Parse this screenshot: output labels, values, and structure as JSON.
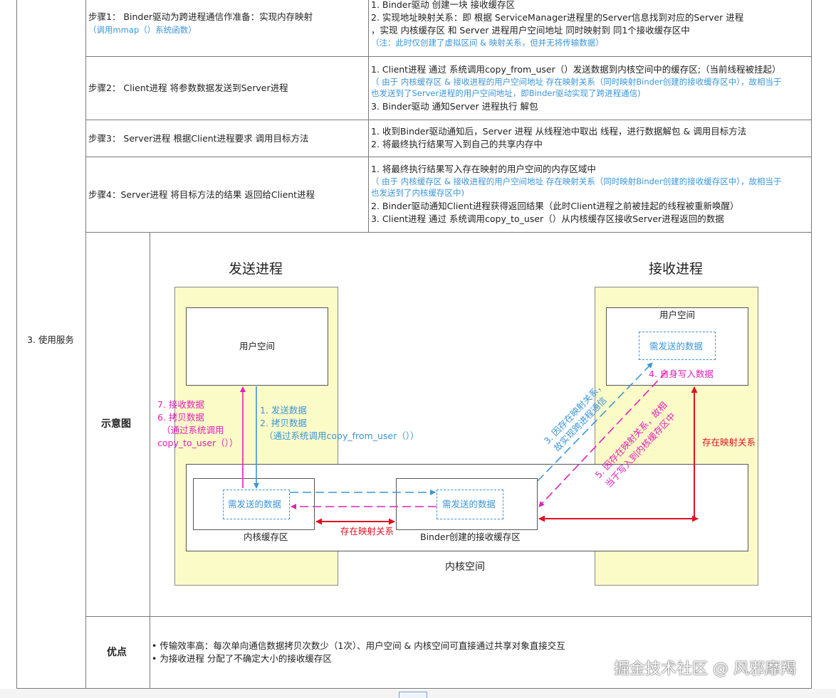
{
  "section_label": "3. 使用服务",
  "steps": [
    {
      "label": "步骤1： Binder驱动为跨进程通信作准备：实现内存映射",
      "label_note": "（调用mmap（）系统函数）",
      "lines": [
        "1. Binder驱动 创建一块 接收缓存区",
        "2. 实现地址映射关系：即 根据 ServiceManager进程里的Server信息找到对应的Server 进程",
        "，实现 内核缓存区 和 Server 进程用户空间地址 同时映射到 同1个接收缓存区中"
      ],
      "note": "（注：此时仅创建了虚拟区间 & 映射关系，但并无将传输数据）"
    },
    {
      "label": "步骤2： Client进程 将参数数据发送到Server进程",
      "line1": "1. Client进程 通过 系统调用copy_from_user（）发送数据到内核空间中的缓存区;（当前线程被挂起）",
      "note1": "（ 由于 内核缓存区 & 接收进程的用户空间地址 存在映射关系（同时映射Binder创建的接收缓存区中），故相当于",
      "note2": "也发送到了Server进程的用户空间地址，即Binder驱动实现了跨进程通信)",
      "line3": "3.  Binder驱动 通知Server 进程执行 解包"
    },
    {
      "label": "步骤3： Server进程 根据Client进程要求 调用目标方法",
      "lines": [
        "1. 收到Binder驱动通知后，Server 进程 从线程池中取出 线程，进行数据解包 & 调用目标方法",
        "2. 将最终执行结果写入到自己的共享内存中"
      ]
    },
    {
      "label": "步骤4：Server进程 将目标方法的结果 返回给Client进程",
      "line1": "1. 将最终执行结果写入存在映射的用户空间的内存区域中",
      "note1": "（ 由于 内核缓存区 & 接收进程的用户空间地址 存在映射关系（同时映射Binder创建的接收缓存区中），故相当于",
      "note2": "也发送到了内核缓存区中)",
      "line2": "2. Binder驱动通知Client进程获得返回结果（此时Client进程之前被挂起的线程被重新唤醒）",
      "line3": "3. Client进程 通过 系统调用copy_to_user（）从内核缓存区接收Server进程返回的数据"
    }
  ],
  "diagram": {
    "row_label": "示意图",
    "send_title": "发送进程",
    "recv_title": "接收进程",
    "user_space": "用户空间",
    "data_box": "需发送的数据",
    "kernel_buffer": "内核缓存区",
    "binder_buffer": "Binder创建的接收缓存区",
    "kernel_space": "内核空间",
    "mapping": "存在映射关系",
    "send_lines": [
      "1. 发送数据",
      "2. 拷贝数据",
      "（通过系统调用copy_from_user（））"
    ],
    "recv_lines": [
      "7. 接收数据",
      "6. 拷贝数据",
      "（通过系统调用",
      "copy_to_user（））"
    ],
    "self_write": "4. 自身写入数据",
    "diag3": [
      "3. 因存在映射关系，",
      "故实现跨进程通信"
    ],
    "diag5": [
      "5. 因存在映射关系，故相",
      "当于写入到内核缓存区中"
    ]
  },
  "advantages": {
    "label": "优点",
    "items": [
      "传输效率高：每次单向通信数据拷贝次数少（1次）、用户空间 & 内核空间可直接通过共享对象直接交互",
      "为接收进程 分配了不确定大小的接收缓存区"
    ]
  },
  "watermark": "掘金技术社区 @ 风邪靡羯",
  "colors": {
    "blue": "#3b95d8",
    "magenta": "#e020b8",
    "red": "#e01020",
    "yellow": "#fbfbc8"
  }
}
